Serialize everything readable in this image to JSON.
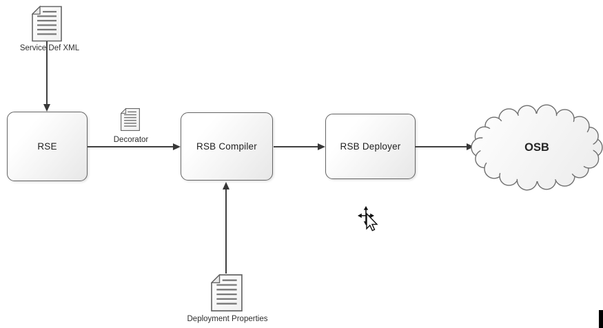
{
  "diagram": {
    "documents": [
      {
        "label": "Service Def XML"
      },
      {
        "label": "Decorator"
      },
      {
        "label": "Deployment Properties"
      }
    ],
    "nodes": [
      {
        "label": "RSE",
        "shape": "rounded-rectangle"
      },
      {
        "label": "RSB Compiler",
        "shape": "rounded-rectangle"
      },
      {
        "label": "RSB Deployer",
        "shape": "rounded-rectangle"
      },
      {
        "label": "OSB",
        "shape": "cloud"
      }
    ],
    "edges": [
      {
        "from": "Service Def XML",
        "to": "RSE"
      },
      {
        "from": "RSE",
        "to": "RSB Compiler",
        "via": "Decorator"
      },
      {
        "from": "RSB Compiler",
        "to": "RSB Deployer"
      },
      {
        "from": "RSB Deployer",
        "to": "OSB"
      },
      {
        "from": "Deployment Properties",
        "to": "RSB Compiler"
      }
    ],
    "colors": {
      "shape_border": "#646464",
      "connector": "#3f3f3f",
      "shape_fill_start": "#ffffff",
      "shape_fill_end": "#e8e8e8",
      "text": "#1f1f1f",
      "doc_line": "#787878"
    }
  }
}
